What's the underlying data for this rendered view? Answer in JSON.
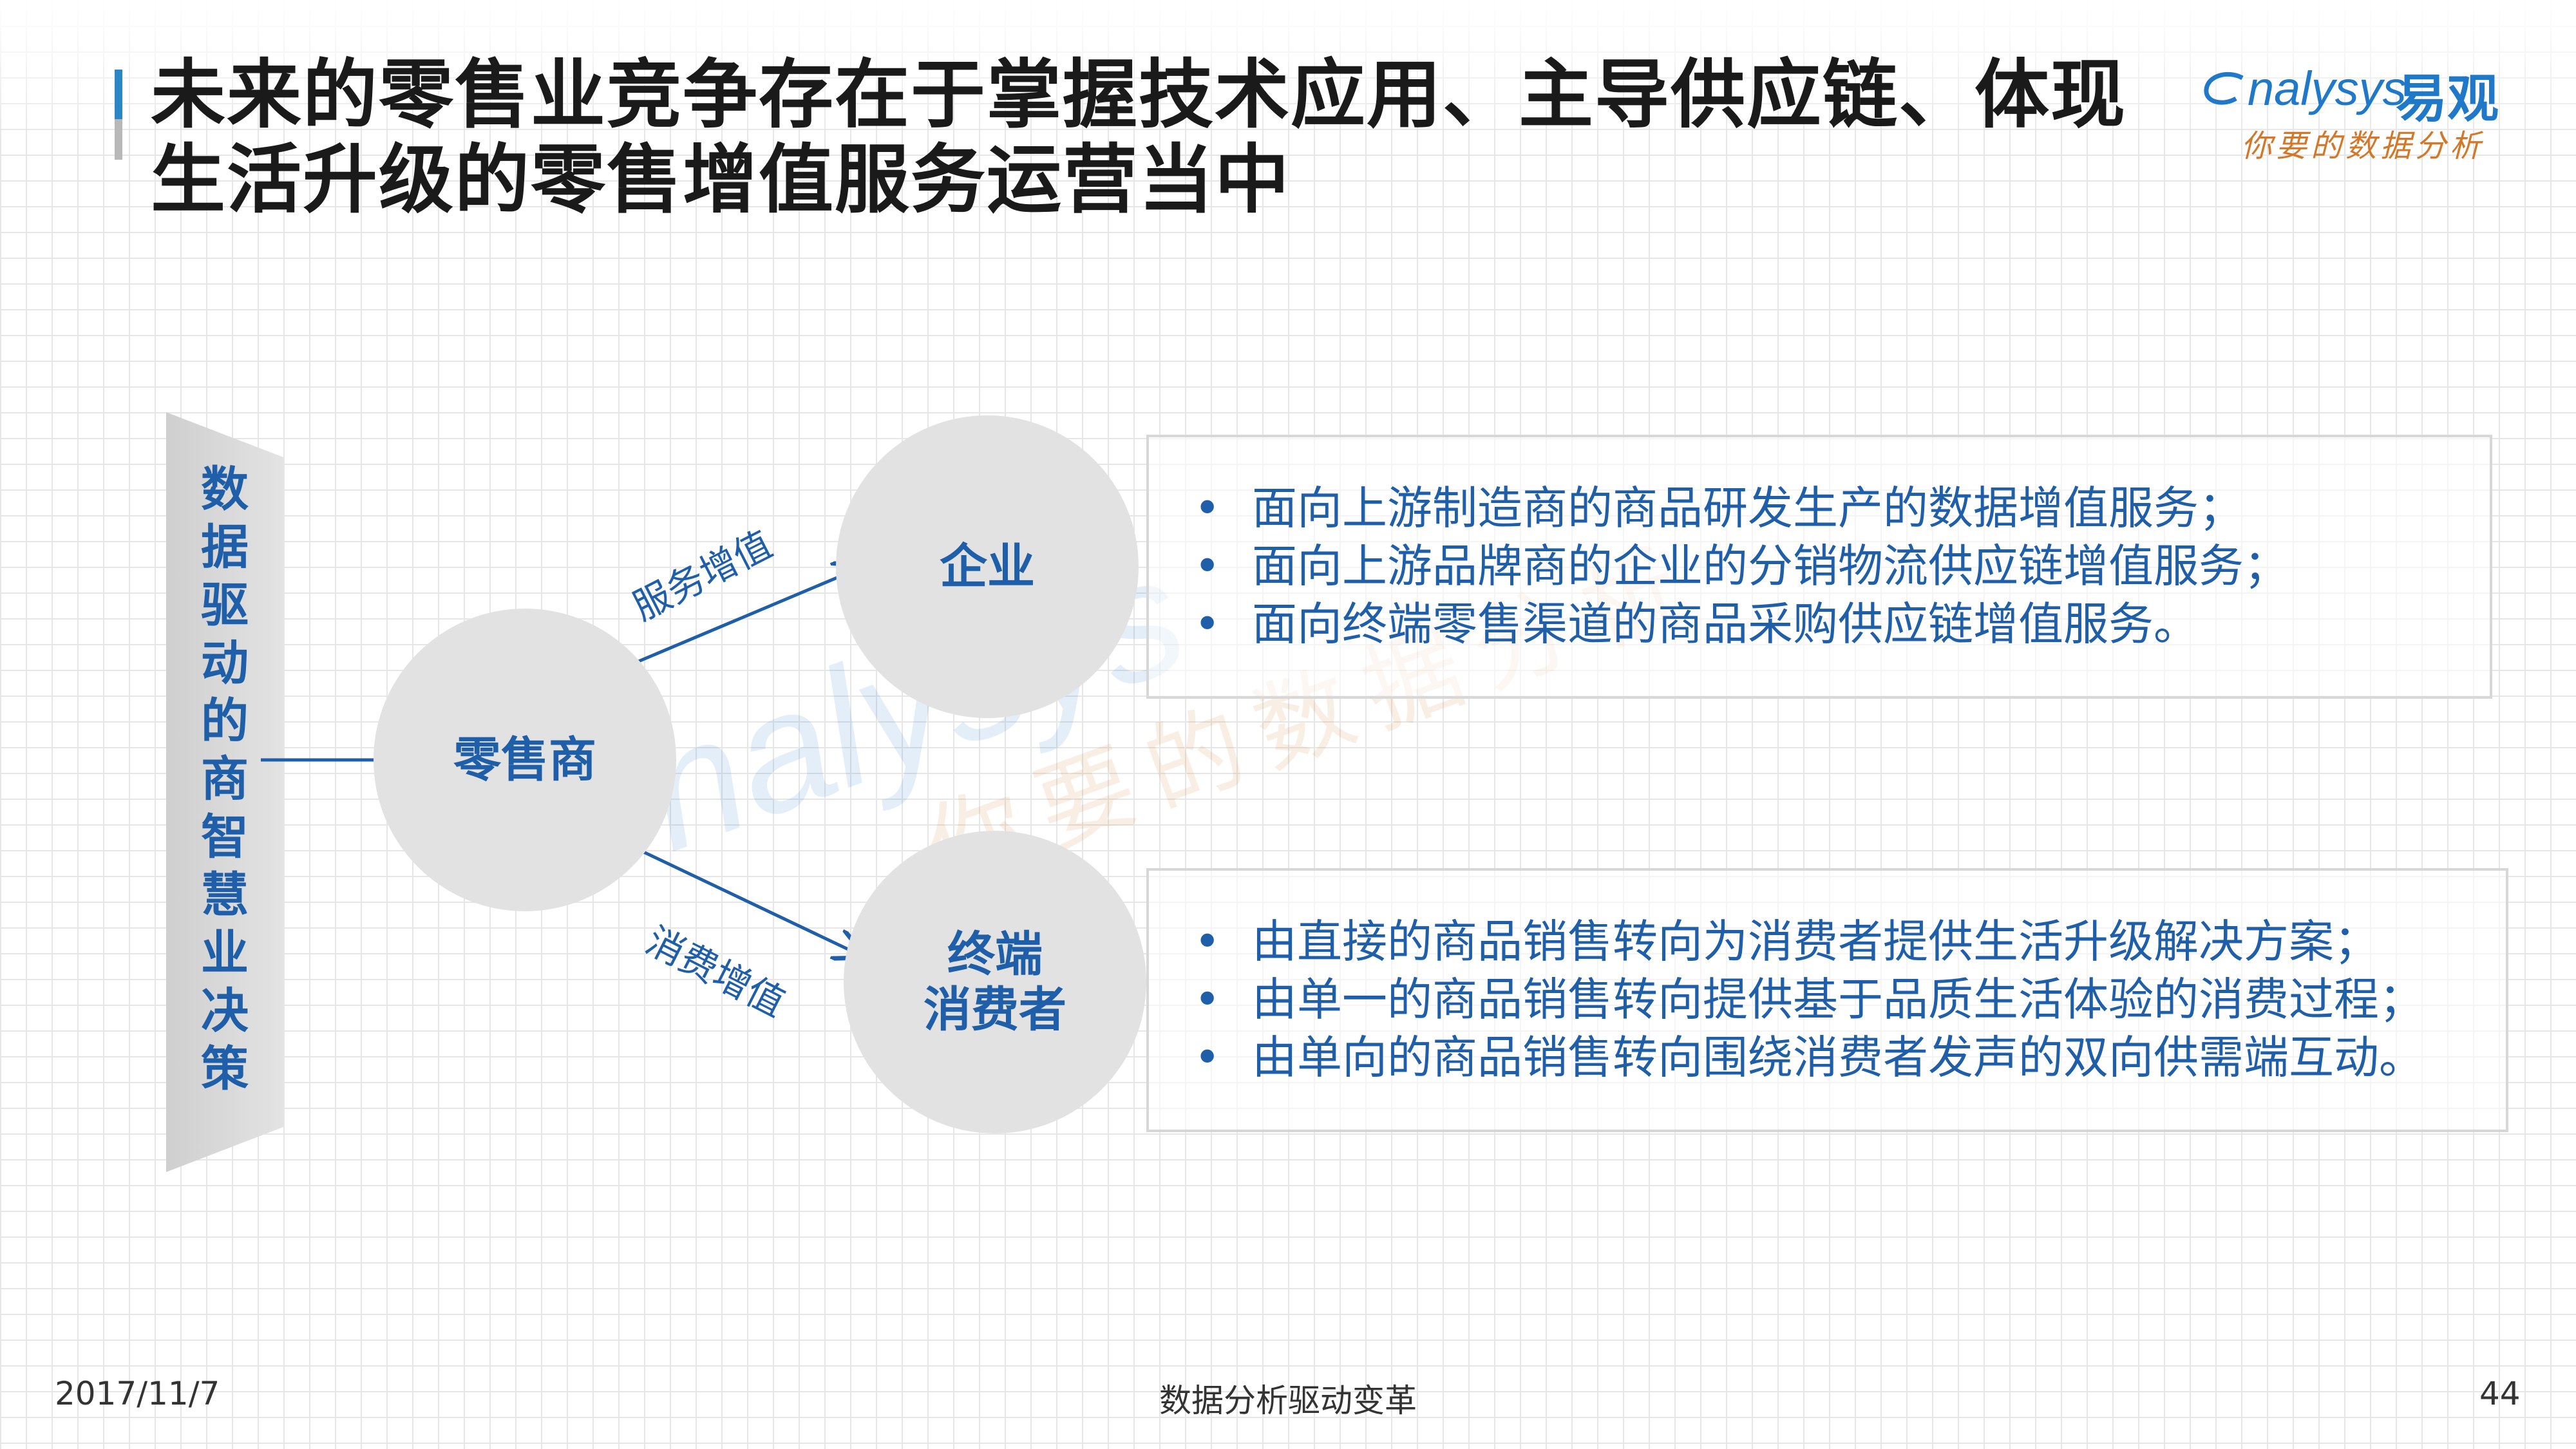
{
  "title": "未来的零售业竞争存在于掌握技术应用、主导供应链、体现生活升级的零售增值服务运营当中",
  "logo": {
    "brand": "nalysys",
    "cn_name": "易观",
    "tagline": "你要的数据分析"
  },
  "banner": {
    "chars": [
      "数",
      "据",
      "驱",
      "动",
      "的",
      "商",
      "智",
      "慧",
      "业",
      "决",
      "策"
    ]
  },
  "diagram": {
    "center_node": "零售商",
    "top_node": "企业",
    "bottom_node_line1": "终端",
    "bottom_node_line2": "消费者",
    "top_edge_label": "服务增值",
    "bottom_edge_label": "消费增值"
  },
  "enterprise_bullets": [
    "面向上游制造商的商品研发生产的数据增值服务；",
    "面向上游品牌商的企业的分销物流供应链增值服务；",
    "面向终端零售渠道的商品采购供应链增值服务。"
  ],
  "consumer_bullets": [
    "由直接的商品销售转向为消费者提供生活升级解决方案；",
    "由单一的商品销售转向提供基于品质生活体验的消费过程；",
    "由单向的商品销售转向围绕消费者发声的双向供需端互动。"
  ],
  "footer": {
    "date": "2017/11/7",
    "center": "数据分析驱动变革",
    "page": "44"
  },
  "colors": {
    "accent_blue": "#1f5ea8",
    "logo_blue": "#1f78c8",
    "logo_orange": "#d2782a",
    "circle_gray": "#e2e2e2"
  }
}
